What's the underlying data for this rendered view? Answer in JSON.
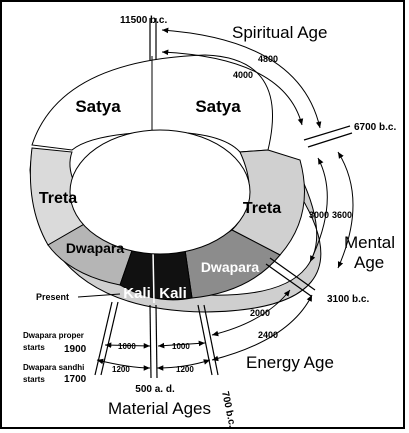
{
  "segments": {
    "satya_left": "Satya",
    "satya_right": "Satya",
    "treta_left": "Treta",
    "treta_right": "Treta",
    "dwapara_left": "Dwapara",
    "dwapara_right": "Dwapara",
    "kali_left": "Kali",
    "kali_right": "Kali"
  },
  "ages": {
    "spiritual": "Spiritual Age",
    "mental_line1": "Mental",
    "mental_line2": "Age",
    "energy": "Energy Age",
    "material": "Material Ages"
  },
  "dates": {
    "d11500": "11500 b.c.",
    "d6700": "6700 b.c.",
    "d3100": "3100 b.c.",
    "d700": "700 b.c.",
    "d500": "500 a. d.",
    "present": "Present",
    "dwapara_proper_line1": "Dwapara proper",
    "dwapara_proper_line2": "starts",
    "dwapara_proper_year": "1900",
    "dwapara_sandhi_line1": "Dwapara sandhi",
    "dwapara_sandhi_line2": "starts",
    "dwapara_sandhi_year": "1700"
  },
  "durations": {
    "d4800": "4800",
    "d4000": "4000",
    "d3600": "3600",
    "d3000": "3000",
    "d2400": "2400",
    "d2000": "2000",
    "d1200_left": "1200",
    "d1200_right": "1200",
    "d1000_left": "1000",
    "d1000_right": "1000"
  },
  "colors": {
    "satya": "#ffffff",
    "treta": "#d8d8d8",
    "dwapara": "#9a9a9a",
    "kali": "#111111",
    "outline": "#000000"
  }
}
